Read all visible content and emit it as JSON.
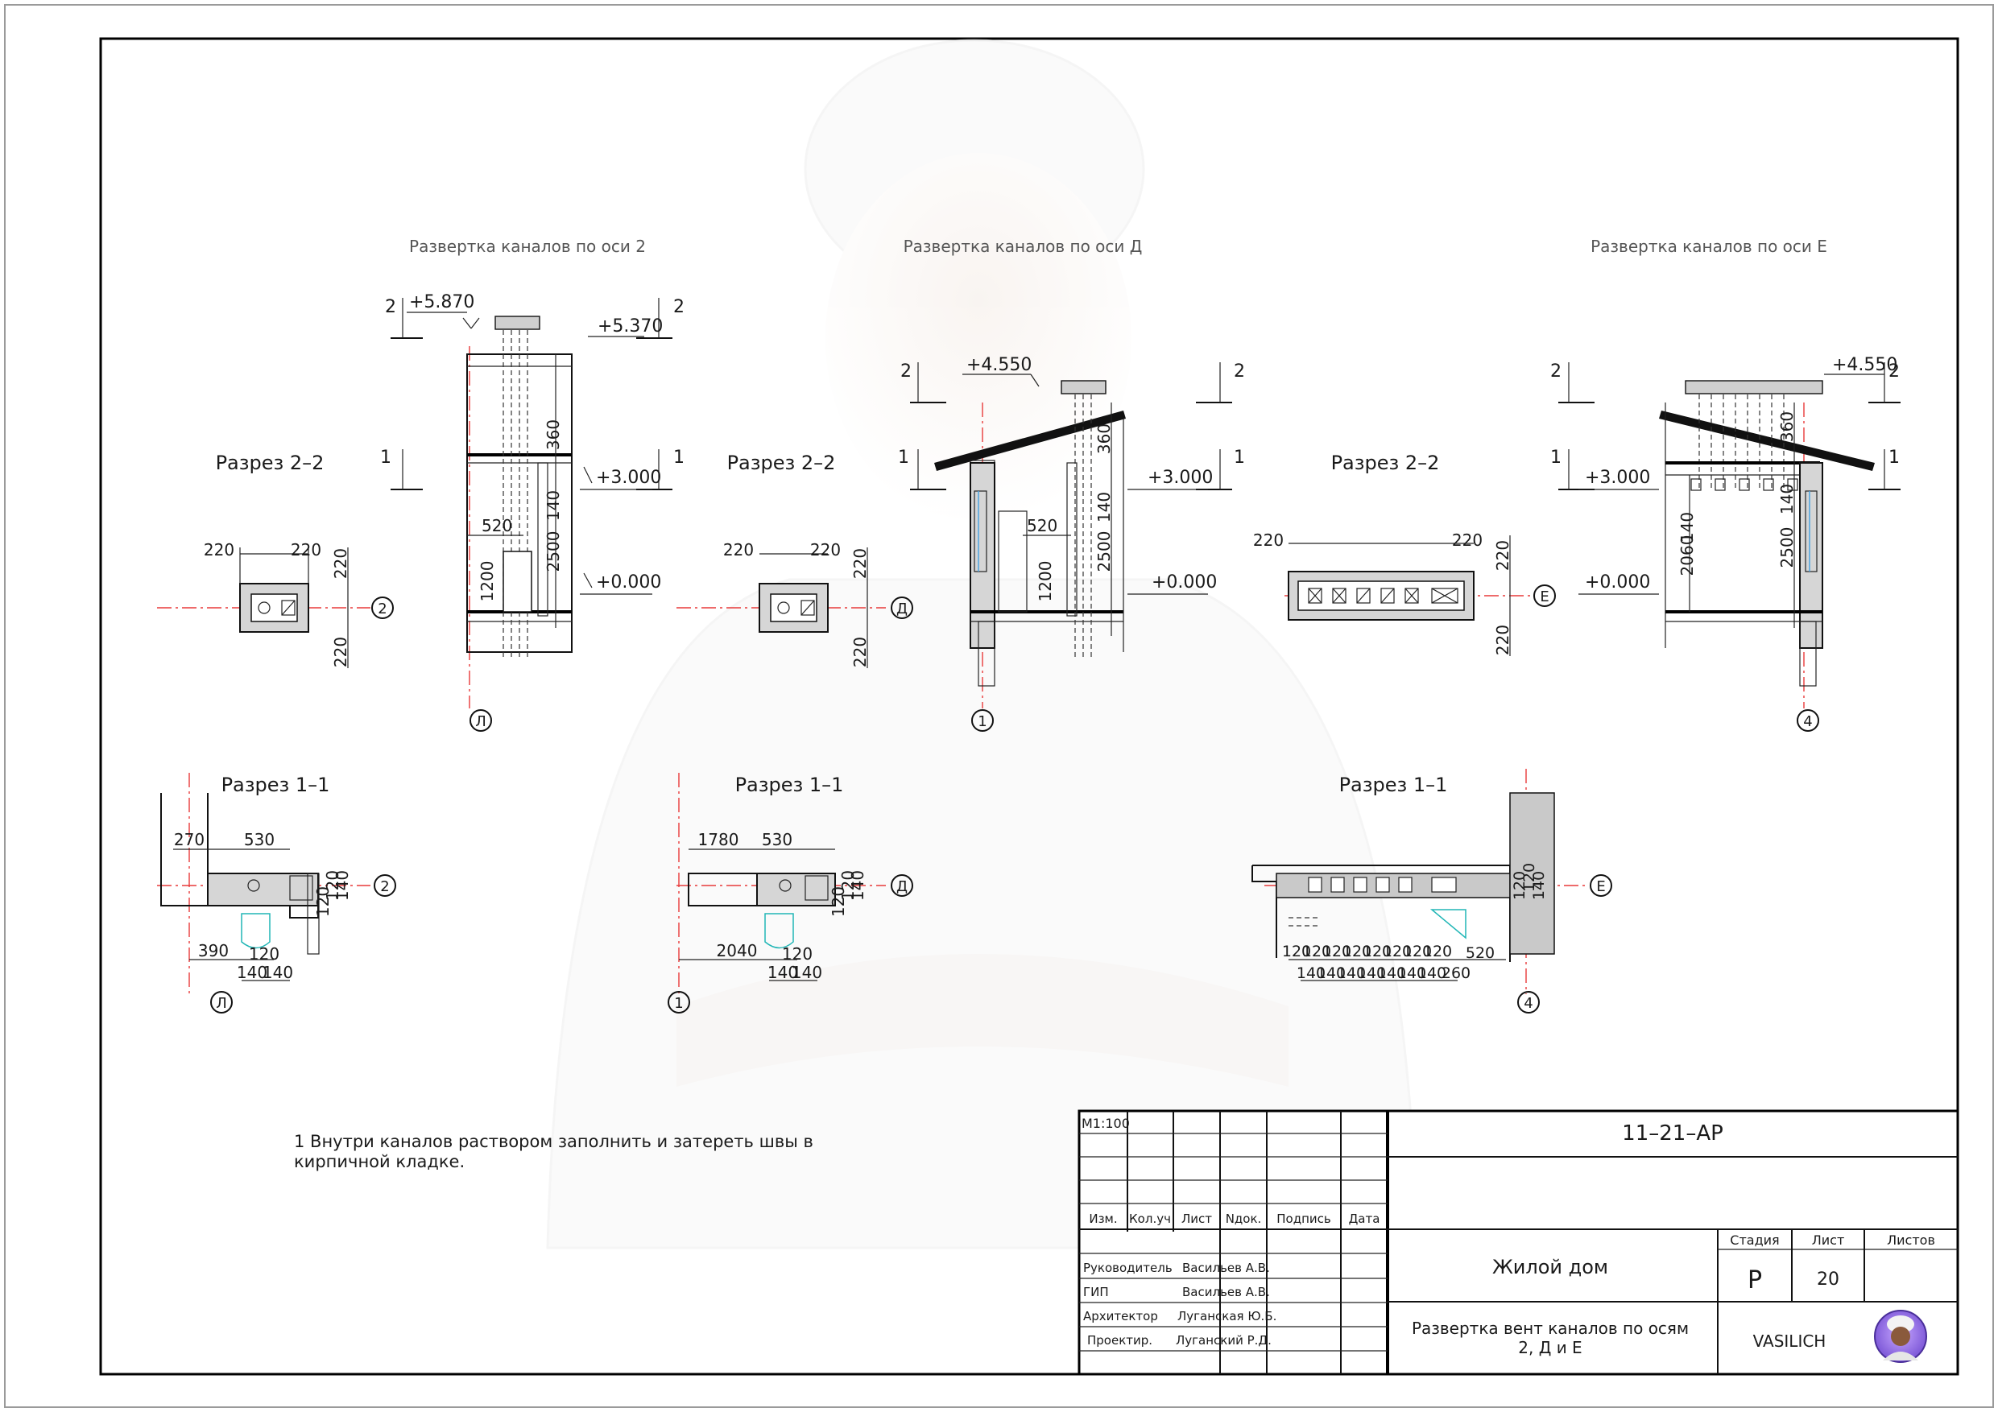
{
  "views": {
    "axis2": {
      "header": "Развертка каналов по оси 2",
      "section22": "Разрез 2–2",
      "section11": "Разрез 1–1",
      "marks": {
        "l2a": "2",
        "l2b": "2",
        "l1a": "1",
        "l1b": "1"
      },
      "levels": {
        "top": "+5.870",
        "top2": "+5.370",
        "floor": "+3.000",
        "ground": "+0.000"
      },
      "dims_plan": [
        "220",
        "220",
        "220",
        "220"
      ],
      "dims_elev": [
        "360",
        "140",
        "520",
        "1200",
        "2500"
      ],
      "dims_11": [
        "270",
        "530",
        "120",
        "120",
        "140",
        "390",
        "120",
        "140",
        "140"
      ],
      "axis_marks": {
        "h": "2",
        "v": "Л",
        "v2": "Л",
        "h2": "2"
      }
    },
    "axisD": {
      "header": "Развертка каналов по оси Д",
      "section22": "Разрез 2–2",
      "section11": "Разрез 1–1",
      "marks": {
        "l2a": "2",
        "l2b": "2",
        "l1a": "1",
        "l1b": "1"
      },
      "levels": {
        "top": "+4.550",
        "floor": "+3.000",
        "ground": "+0.000"
      },
      "dims_plan": [
        "220",
        "220",
        "220",
        "220"
      ],
      "dims_elev": [
        "360",
        "140",
        "520",
        "1200",
        "2500"
      ],
      "dims_11": [
        "1780",
        "530",
        "120",
        "120",
        "140",
        "2040",
        "120",
        "140",
        "140"
      ],
      "axis_marks": {
        "h": "Д",
        "v": "1",
        "v2": "1",
        "h2": "Д"
      }
    },
    "axisE": {
      "header": "Развертка каналов по оси Е",
      "section22": "Разрез 2–2",
      "section11": "Разрез 1–1",
      "marks": {
        "l2a": "2",
        "l2b": "2",
        "l1a": "1",
        "l1b": "1"
      },
      "levels": {
        "top": "+4.550",
        "floor": "+3.000",
        "ground": "+0.000"
      },
      "dims_plan": [
        "220",
        "220",
        "220",
        "220"
      ],
      "dims_elev": [
        "360",
        "140",
        "2060",
        "2500"
      ],
      "dims_11": [
        "120",
        "120",
        "120",
        "140",
        "120",
        "120",
        "140",
        "140",
        "140",
        "140",
        "120",
        "120",
        "140",
        "140",
        "120",
        "260",
        "520",
        "120",
        "120",
        "140"
      ],
      "axis_marks": {
        "h": "Е",
        "v": "4",
        "v2": "4",
        "h2": "Е"
      }
    }
  },
  "note": {
    "line1": "1 Внутри каналов раствором заполнить и затереть швы в",
    "line2": "кирпичной кладке."
  },
  "title_block": {
    "scale": "М1:100",
    "code": "11–21–АР",
    "headers": [
      "Изм.",
      "Кол.уч",
      "Лист",
      "Nдок.",
      "Подпись",
      "Дата"
    ],
    "roles": [
      {
        "role": "Руководитель",
        "name": "Васильев А.В."
      },
      {
        "role": "ГИП",
        "name": "Васильев А.В."
      },
      {
        "role": "Архитектор",
        "name": "Луганская Ю.Б."
      },
      {
        "role": "Проектир.",
        "name": "Луганский Р.Д."
      }
    ],
    "project": "Жилой дом",
    "sheet_title_1": "Развертка вент каналов по осям",
    "sheet_title_2": "2, Д и Е",
    "stage_label": "Стадия",
    "sheet_label": "Лист",
    "sheets_label": "Листов",
    "stage": "Р",
    "sheet": "20",
    "sheets": "",
    "company": "VASILICH",
    "logo_icon": "builder-avatar-icon"
  }
}
